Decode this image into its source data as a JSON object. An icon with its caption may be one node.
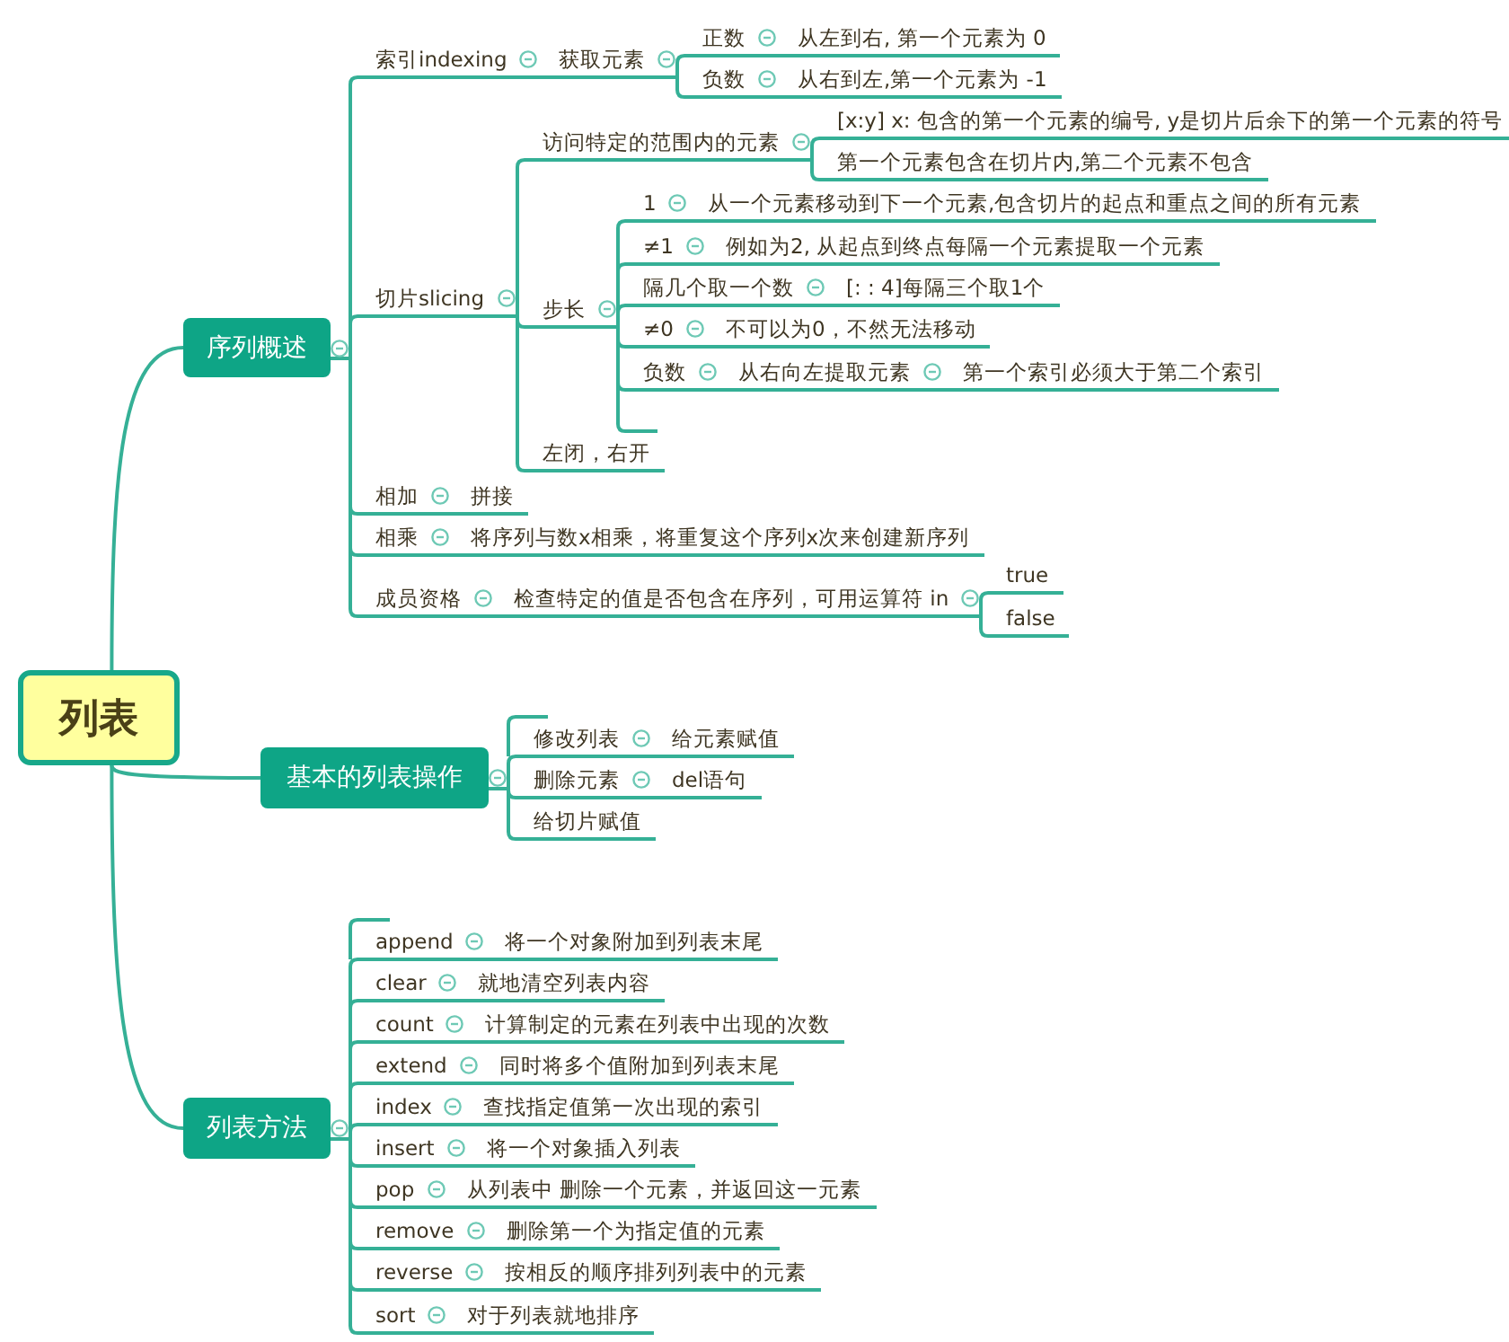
{
  "diagram": {
    "nodes": [
      {
        "text": [
          "列表"
        ]
      },
      {
        "text": [
          "序列概述"
        ]
      },
      {
        "text": [
          "索引indexing"
        ]
      },
      {
        "text": [
          "获取元素"
        ]
      },
      {
        "text": [
          "正数"
        ]
      },
      {
        "text": [
          "从左到右, 第一个元素为 0"
        ]
      },
      {
        "text": [
          "负数"
        ]
      },
      {
        "text": [
          "从右到左,第一个元素为 -1"
        ]
      },
      {
        "text": [
          "切片slicing"
        ]
      },
      {
        "text": [
          "访问特定的范围内的元素"
        ]
      },
      {
        "text": [
          "[x:y] x: 包含的第一个元素的编号, y是切片后余下的第一个元素的符号"
        ]
      },
      {
        "text": [
          "第一个元素包含在切片内,第二个元素不包含"
        ]
      },
      {
        "text": [
          "步长"
        ]
      },
      {
        "text": [
          "1"
        ]
      },
      {
        "text": [
          "从一个元素移动到下一个元素,包含切片的起点和重点之间的所有元素"
        ]
      },
      {
        "text": [
          "≠1"
        ]
      },
      {
        "text": [
          "例如为2, 从起点到终点每隔一个元素提取一个元素"
        ]
      },
      {
        "text": [
          "隔几个取一个数"
        ]
      },
      {
        "text": [
          "[: : 4]每隔三个取1个"
        ]
      },
      {
        "text": [
          "≠0"
        ]
      },
      {
        "text": [
          "不可以为0，不然无法移动"
        ]
      },
      {
        "text": [
          "负数"
        ]
      },
      {
        "text": [
          "从右向左提取元素"
        ]
      },
      {
        "text": [
          "第一个索引必须大于第二个索引"
        ]
      },
      {
        "text": [],
        "shape": "bar"
      },
      {
        "text": [
          "左闭，右开"
        ]
      },
      {
        "text": [
          "相加"
        ]
      },
      {
        "text": [
          "拼接"
        ]
      },
      {
        "text": [
          "相乘"
        ]
      },
      {
        "text": [
          "将序列与数x相乘，将重复这个序列x次来创建新序列"
        ]
      },
      {
        "text": [
          "成员资格"
        ]
      },
      {
        "text": [
          "检查特定的值是否包含在序列，可用运算符 in"
        ]
      },
      {
        "text": [
          "true"
        ]
      },
      {
        "text": [
          "false"
        ]
      },
      {
        "text": [
          "基本的列表操作"
        ]
      },
      {
        "text": [
          "修改列表"
        ]
      },
      {
        "text": [
          "给元素赋值"
        ]
      },
      {
        "text": [
          "删除元素"
        ]
      },
      {
        "text": [
          "del语句"
        ]
      },
      {
        "text": [
          "给切片赋值"
        ]
      },
      {
        "text": [
          "列表方法"
        ]
      },
      {
        "text": [
          "append"
        ]
      },
      {
        "text": [
          "将一个对象附加到列表末尾"
        ]
      },
      {
        "text": [
          "clear"
        ]
      },
      {
        "text": [
          "就地清空列表内容"
        ]
      },
      {
        "text": [
          "count"
        ]
      },
      {
        "text": [
          "计算制定的元素在列表中出现的次数"
        ]
      },
      {
        "text": [
          "extend"
        ]
      },
      {
        "text": [
          "同时将多个值附加到列表末尾"
        ]
      },
      {
        "text": [
          "index"
        ]
      },
      {
        "text": [
          "查找指定值第一次出现的索引"
        ]
      },
      {
        "text": [
          "insert"
        ]
      },
      {
        "text": [
          "将一个对象插入列表"
        ]
      },
      {
        "text": [
          "pop"
        ]
      },
      {
        "text": [
          "从列表中 删除一个元素，并返回这一元素"
        ]
      },
      {
        "text": [
          "remove"
        ]
      },
      {
        "text": [
          "删除第一个为指定值的元素"
        ]
      },
      {
        "text": [
          "reverse"
        ]
      },
      {
        "text": [
          "按相反的顺序排列列表中的元素"
        ]
      },
      {
        "text": [
          "sort"
        ]
      },
      {
        "text": [
          "对于列表就地排序"
        ]
      }
    ],
    "edges": [
      {
        "from": 0,
        "to": 1,
        "arrow": "none"
      },
      {
        "from": 1,
        "to": 2,
        "arrow": "none"
      },
      {
        "from": 2,
        "to": 3,
        "arrow": "none"
      },
      {
        "from": 3,
        "to": 4,
        "arrow": "none"
      },
      {
        "from": 4,
        "to": 5,
        "arrow": "none"
      },
      {
        "from": 3,
        "to": 6,
        "arrow": "none"
      },
      {
        "from": 6,
        "to": 7,
        "arrow": "none"
      },
      {
        "from": 1,
        "to": 8,
        "arrow": "none"
      },
      {
        "from": 8,
        "to": 9,
        "arrow": "none"
      },
      {
        "from": 9,
        "to": 10,
        "arrow": "none"
      },
      {
        "from": 9,
        "to": 11,
        "arrow": "none"
      },
      {
        "from": 8,
        "to": 12,
        "arrow": "none"
      },
      {
        "from": 12,
        "to": 13,
        "arrow": "none"
      },
      {
        "from": 13,
        "to": 14,
        "arrow": "none"
      },
      {
        "from": 12,
        "to": 15,
        "arrow": "none"
      },
      {
        "from": 15,
        "to": 16,
        "arrow": "none"
      },
      {
        "from": 12,
        "to": 17,
        "arrow": "none"
      },
      {
        "from": 17,
        "to": 18,
        "arrow": "none"
      },
      {
        "from": 12,
        "to": 19,
        "arrow": "none"
      },
      {
        "from": 19,
        "to": 20,
        "arrow": "none"
      },
      {
        "from": 12,
        "to": 21,
        "arrow": "none"
      },
      {
        "from": 21,
        "to": 22,
        "arrow": "none"
      },
      {
        "from": 22,
        "to": 23,
        "arrow": "none"
      },
      {
        "from": 12,
        "to": 24,
        "arrow": "none"
      },
      {
        "from": 8,
        "to": 25,
        "arrow": "none"
      },
      {
        "from": 1,
        "to": 26,
        "arrow": "none"
      },
      {
        "from": 26,
        "to": 27,
        "arrow": "none"
      },
      {
        "from": 1,
        "to": 28,
        "arrow": "none"
      },
      {
        "from": 28,
        "to": 29,
        "arrow": "none"
      },
      {
        "from": 1,
        "to": 30,
        "arrow": "none"
      },
      {
        "from": 30,
        "to": 31,
        "arrow": "none"
      },
      {
        "from": 31,
        "to": 32,
        "arrow": "none"
      },
      {
        "from": 31,
        "to": 33,
        "arrow": "none"
      },
      {
        "from": 0,
        "to": 34,
        "arrow": "none"
      },
      {
        "from": 34,
        "to": 35,
        "arrow": "none"
      },
      {
        "from": 35,
        "to": 36,
        "arrow": "none"
      },
      {
        "from": 34,
        "to": 37,
        "arrow": "none"
      },
      {
        "from": 37,
        "to": 38,
        "arrow": "none"
      },
      {
        "from": 34,
        "to": 39,
        "arrow": "none"
      },
      {
        "from": 0,
        "to": 40,
        "arrow": "none"
      },
      {
        "from": 40,
        "to": 41,
        "arrow": "none"
      },
      {
        "from": 41,
        "to": 42,
        "arrow": "none"
      },
      {
        "from": 40,
        "to": 43,
        "arrow": "none"
      },
      {
        "from": 43,
        "to": 44,
        "arrow": "none"
      },
      {
        "from": 40,
        "to": 45,
        "arrow": "none"
      },
      {
        "from": 45,
        "to": 46,
        "arrow": "none"
      },
      {
        "from": 40,
        "to": 47,
        "arrow": "none"
      },
      {
        "from": 47,
        "to": 48,
        "arrow": "none"
      },
      {
        "from": 40,
        "to": 49,
        "arrow": "none"
      },
      {
        "from": 49,
        "to": 50,
        "arrow": "none"
      },
      {
        "from": 40,
        "to": 51,
        "arrow": "none"
      },
      {
        "from": 51,
        "to": 52,
        "arrow": "none"
      },
      {
        "from": 40,
        "to": 53,
        "arrow": "none"
      },
      {
        "from": 53,
        "to": 54,
        "arrow": "none"
      },
      {
        "from": 40,
        "to": 55,
        "arrow": "none"
      },
      {
        "from": 55,
        "to": 56,
        "arrow": "none"
      },
      {
        "from": 40,
        "to": 57,
        "arrow": "none"
      },
      {
        "from": 57,
        "to": 58,
        "arrow": "none"
      },
      {
        "from": 40,
        "to": 59,
        "arrow": "none"
      },
      {
        "from": 59,
        "to": 60,
        "arrow": "none"
      }
    ]
  }
}
